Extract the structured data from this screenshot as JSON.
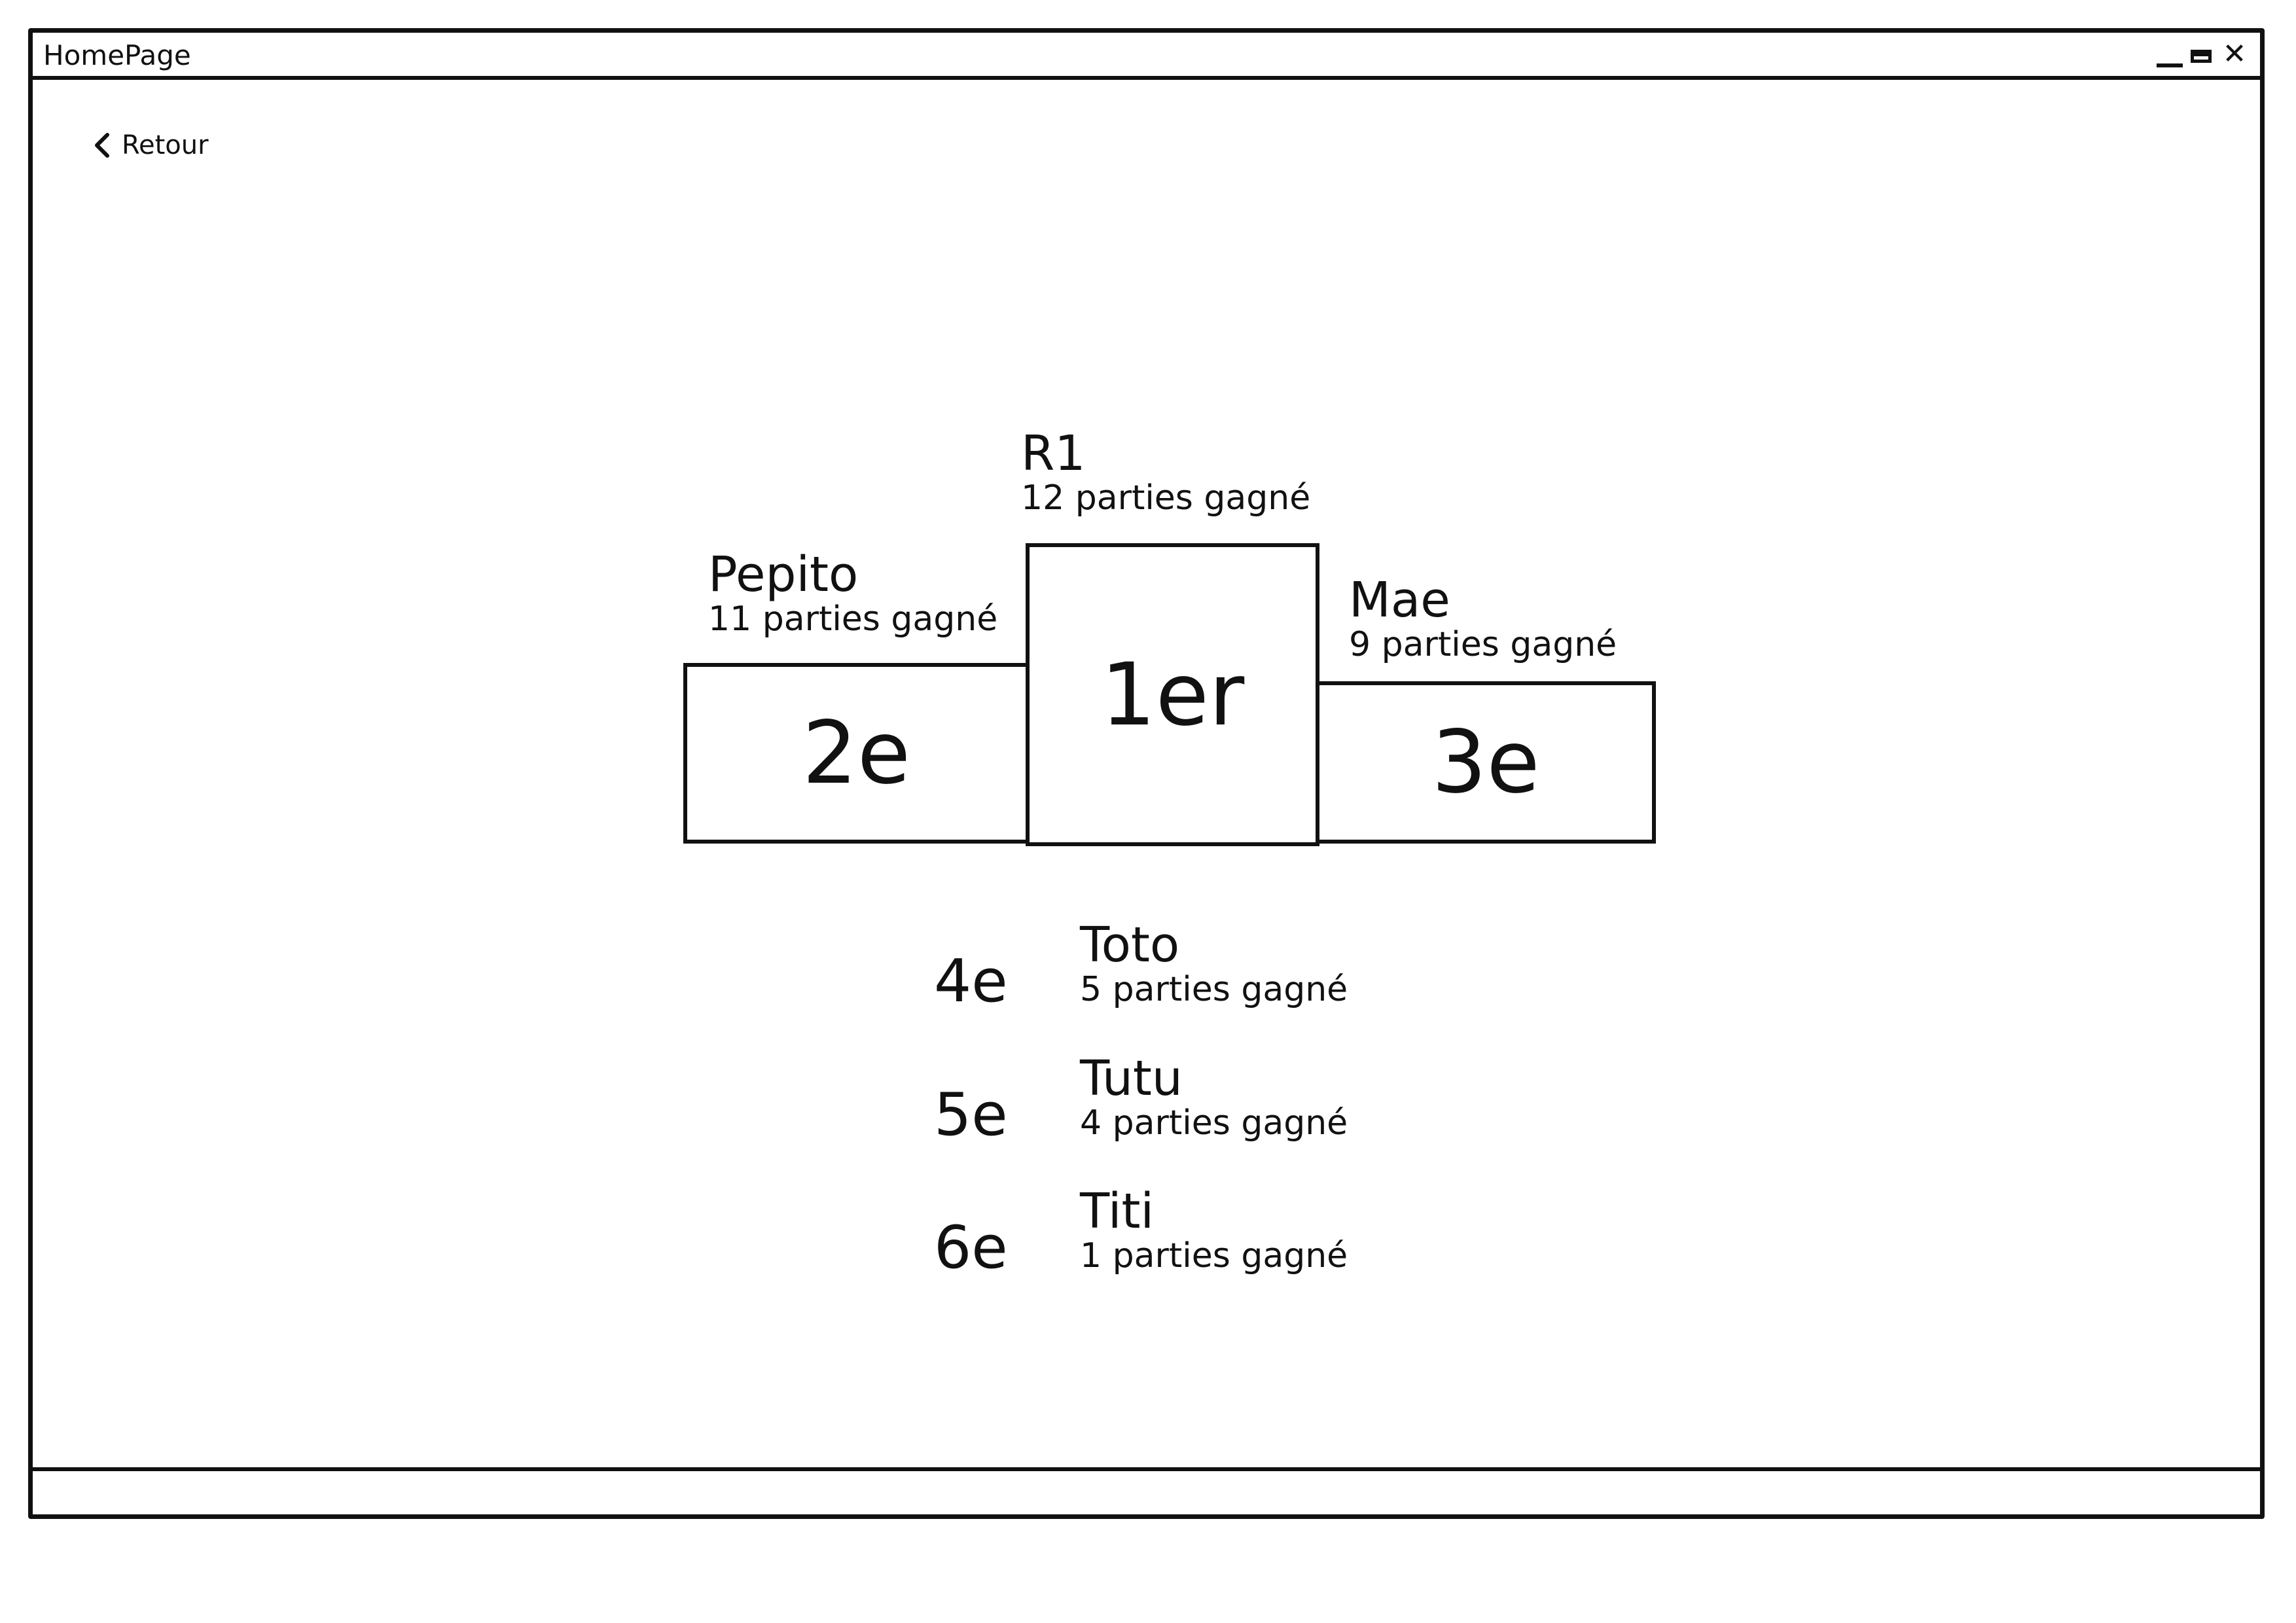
{
  "window": {
    "title": "HomePage",
    "controls": [
      "minimize-icon",
      "maximize-icon",
      "close-icon"
    ],
    "close_glyph": "✕"
  },
  "nav": {
    "back_label": "Retour",
    "back_icon": "chevron-left-icon"
  },
  "podium": {
    "first": {
      "rank": "1er",
      "name": "R1",
      "wins": "12 parties gagné"
    },
    "second": {
      "rank": "2e",
      "name": "Pepito",
      "wins": "11 parties gagné"
    },
    "third": {
      "rank": "3e",
      "name": "Mae",
      "wins": "9 parties gagné"
    }
  },
  "ranking": [
    {
      "rank": "4e",
      "name": "Toto",
      "wins": "5 parties gagné"
    },
    {
      "rank": "5e",
      "name": "Tutu",
      "wins": "4 parties gagné"
    },
    {
      "rank": "6e",
      "name": "Titi",
      "wins": "1 parties gagné"
    }
  ],
  "colors": {
    "stroke": "#111111",
    "background": "#ffffff"
  }
}
